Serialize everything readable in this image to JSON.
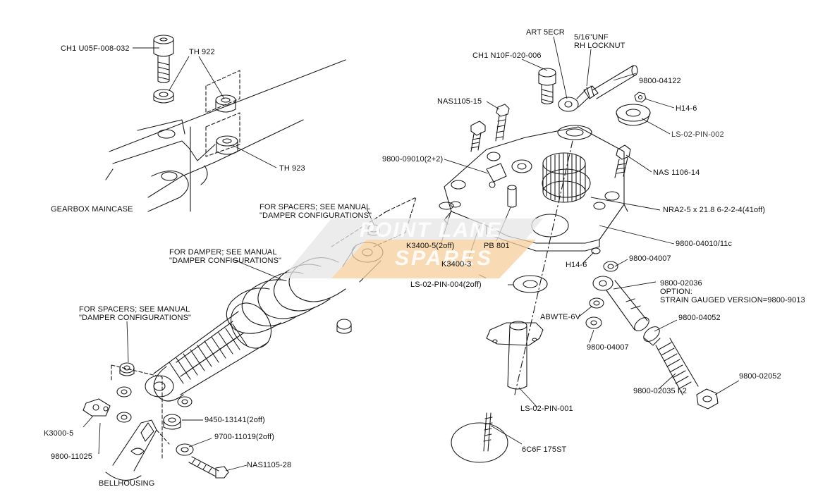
{
  "labels": {
    "ch1_u05f": "CH1 U05F-008-032",
    "th922": "TH 922",
    "th923": "TH 923",
    "gearbox_maincase": "GEARBOX MAINCASE",
    "art5ecr": "ART 5ECR",
    "unf_line1": "5/16\"UNF",
    "unf_line2": "RH LOCKNUT",
    "ch1_n10f": "CH1 N10F-020-006",
    "p9800_04122": "9800-04122",
    "nas1105_15": "NAS1105-15",
    "h14_6_top": "H14-6",
    "ls02_pin002": "LS-02-PIN-002",
    "p9800_09010": "9800-09010(2+2)",
    "nas1106_14": "NAS 1106-14",
    "nra2": "NRA2-5 x 21.8 6-2-2-4(41off)",
    "spacers_top_1": "FOR SPACERS; SEE MANUAL",
    "spacers_top_2": "\"DAMPER CONFIGURATIONS\"",
    "p9800_04010": "9800-04010/11c",
    "k3400_5": "K3400-5(2off)",
    "pb801": "PB 801",
    "damper_1": "FOR DAMPER; SEE MANUAL",
    "damper_2": "\"DAMPER CONFIGURATIONS\"",
    "k3400_3": "K3400-3",
    "h14_6_mid": "H14-6",
    "p9800_04007_a": "9800-04007",
    "ls02_pin004": "LS-02-PIN-004(2off)",
    "p9800_02036": "9800-02036",
    "option": "OPTION:",
    "strain_gauged": "STRAIN GAUGED VERSION=9800-9013",
    "spacers_left_1": "FOR SPACERS; SEE MANUAL",
    "spacers_left_2": "\"DAMPER CONFIGURATIONS\"",
    "abwte6v": "ABWTE-6V",
    "p9800_04052": "9800-04052",
    "p9800_04007_b": "9800-04007",
    "p9800_02052": "9800-02052",
    "p9800_02035": "9800-02035 I-2",
    "ls02_pin001": "LS-02-PIN-001",
    "k3000_5": "K3000-5",
    "p9450_13141": "9450-13141(2off)",
    "p9700_11019": "9700-11019(2off)",
    "p9800_11025": "9800-11025",
    "nas1105_28": "NAS1105-28",
    "p6c6f": "6C6F 175ST",
    "bellhousing": "BELLHOUSING"
  },
  "watermark": {
    "line1": "POINT LANE",
    "line2": "SPARES"
  },
  "colors": {
    "ink": "#111111",
    "paper": "#ffffff",
    "watermark_grey": "#d9d9d9",
    "watermark_orange": "#f2b56b"
  }
}
